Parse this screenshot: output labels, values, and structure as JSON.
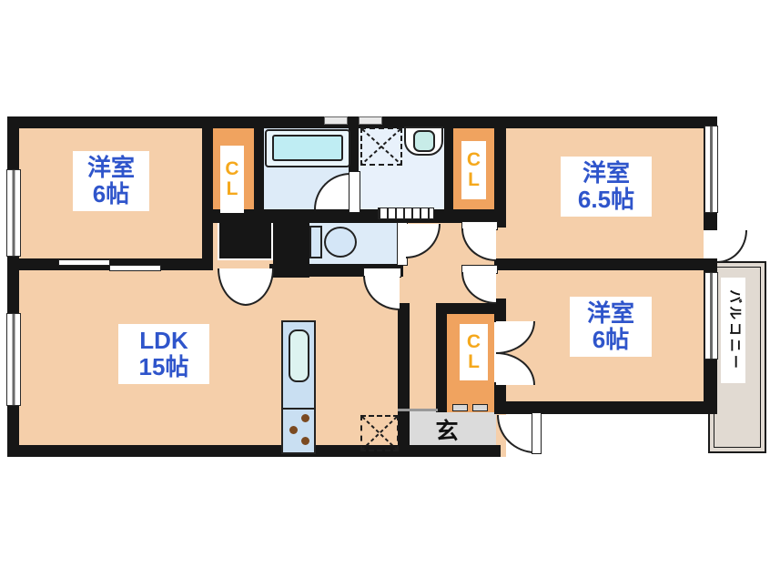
{
  "plan": {
    "rooms": [
      {
        "name": "洋室",
        "size": "6帖"
      },
      {
        "name": "洋室",
        "size": "6.5帖"
      },
      {
        "name": "洋室",
        "size": "6帖"
      },
      {
        "name": "LDK",
        "size": "15帖"
      }
    ],
    "closets": [
      {
        "label": "CL"
      },
      {
        "label": "CL"
      },
      {
        "label": "CL"
      }
    ],
    "entrance": {
      "label": "玄"
    },
    "balcony": {
      "label": "バルコニー"
    },
    "colors": {
      "room_fill": "#F5CFAA",
      "closet_fill": "#F0A35F",
      "closet_text": "#F5A81C",
      "room_text": "#2F55CB",
      "wet_area_fill": "#DDEBF8",
      "wall": "#161616",
      "entrance_fill": "#DBDBDB",
      "balcony_fill": "#E1DAD2"
    }
  }
}
